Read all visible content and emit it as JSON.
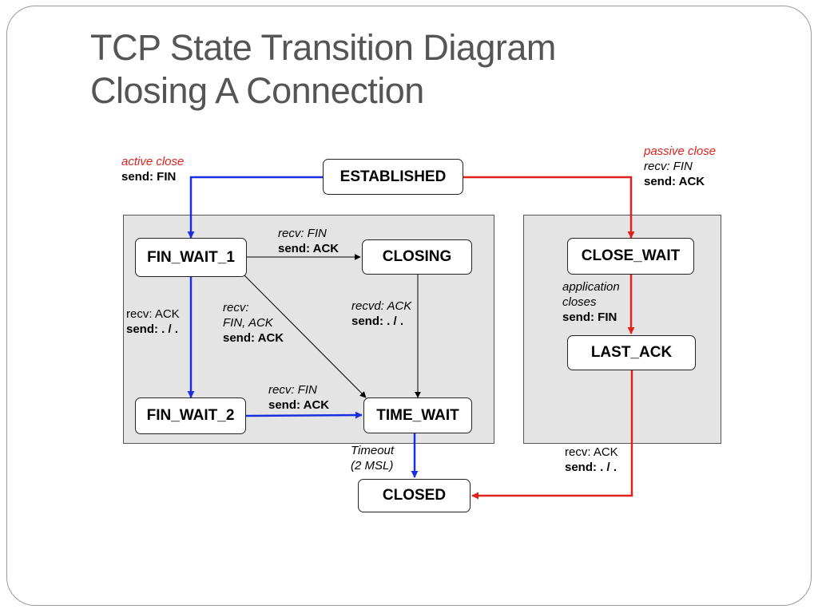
{
  "title": {
    "line1": "TCP State Transition Diagram",
    "line2": "Closing A Connection"
  },
  "colors": {
    "title": "#555555",
    "active_path": "#1a2fe0",
    "passive_path": "#e0211d",
    "panel_fill": "#e4e4e4"
  },
  "states": {
    "established": "ESTABLISHED",
    "fin_wait_1": "FIN_WAIT_1",
    "closing": "CLOSING",
    "fin_wait_2": "FIN_WAIT_2",
    "time_wait": "TIME_WAIT",
    "close_wait": "CLOSE_WAIT",
    "last_ack": "LAST_ACK",
    "closed": "CLOSED"
  },
  "labels": {
    "active_close": {
      "l1": "active close",
      "l2": "send: FIN"
    },
    "passive_close": {
      "l1": "passive close",
      "l2": "recv: FIN",
      "l3": "send: ACK"
    },
    "fw1_closing": {
      "l1": "recv: FIN",
      "l2": "send: ACK"
    },
    "fw1_fw2": {
      "l1": "recv: ACK",
      "l2": "send: . / ."
    },
    "fw1_timewait": {
      "l1": "recv:",
      "l2": "FIN, ACK",
      "l3": "send: ACK"
    },
    "closing_timewait": {
      "l1": "recvd: ACK",
      "l2": "send: . / ."
    },
    "fw2_timewait": {
      "l1": "recv: FIN",
      "l2": "send: ACK"
    },
    "timewait_closed": {
      "l1": "Timeout",
      "l2": "(2 MSL)"
    },
    "closewait_lastack": {
      "l1": "application",
      "l2": "closes",
      "l3": "send: FIN"
    },
    "lastack_closed": {
      "l1": "recv: ACK",
      "l2": "send: . / ."
    }
  }
}
